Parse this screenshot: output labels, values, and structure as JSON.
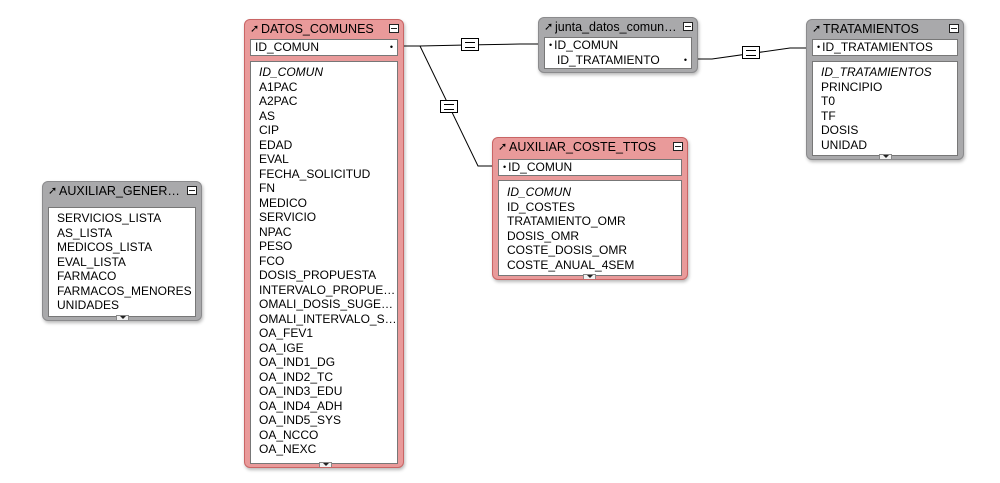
{
  "tables": {
    "datos_comunes": {
      "title": "DATOS_COMUNES",
      "key_field": "ID_COMUN",
      "fields": [
        "ID_COMUN",
        "A1PAC",
        "A2PAC",
        "AS",
        "CIP",
        "EDAD",
        "EVAL",
        "FECHA_SOLICITUD",
        "FN",
        "MEDICO",
        "SERVICIO",
        "NPAC",
        "PESO",
        "FCO",
        "DOSIS_PROPUESTA",
        "INTERVALO_PROPUESTO",
        "OMALI_DOSIS_SUGERIDA",
        "OMALI_INTERVALO_SUGERIDO",
        "OA_FEV1",
        "OA_IGE",
        "OA_IND1_DG",
        "OA_IND2_TC",
        "OA_IND3_EDU",
        "OA_IND4_ADH",
        "OA_IND5_SYS",
        "OA_NCCO",
        "OA_NEXC"
      ]
    },
    "junta_datos_comunes": {
      "title": "junta_datos_comunes",
      "key_fields": [
        "ID_COMUN",
        "ID_TRATAMIENTO"
      ]
    },
    "tratamientos": {
      "title": "TRATAMIENTOS",
      "key_field": "ID_TRATAMIENTOS",
      "fields": [
        "ID_TRATAMIENTOS",
        "PRINCIPIO",
        "T0",
        "TF",
        "DOSIS",
        "UNIDAD"
      ]
    },
    "auxiliar_coste_ttos": {
      "title": "AUXILIAR_COSTE_TTOS",
      "key_field": "ID_COMUN",
      "fields": [
        "ID_COMUN",
        "ID_COSTES",
        "TRATAMIENTO_OMR",
        "DOSIS_OMR",
        "COSTE_DOSIS_OMR",
        "COSTE_ANUAL_4SEM"
      ]
    },
    "auxiliar_general": {
      "title": "AUXILIAR_GENERAL",
      "fields": [
        "SERVICIOS_LISTA",
        "AS_LISTA",
        "MEDICOS_LISTA",
        "EVAL_LISTA",
        "FARMACO",
        "FARMACOS_MENORES",
        "UNIDADES"
      ]
    }
  },
  "icons": {
    "table_arrow": "arrow-up-right-icon",
    "collapse": "collapse-box-icon",
    "relationship": "equals-icon",
    "key_bullet": "bullet-icon",
    "scroll": "scroll-down-icon"
  },
  "colors": {
    "gray_table": "#a9a9ab",
    "red_table": "#e99a9a",
    "line": "#000000"
  }
}
